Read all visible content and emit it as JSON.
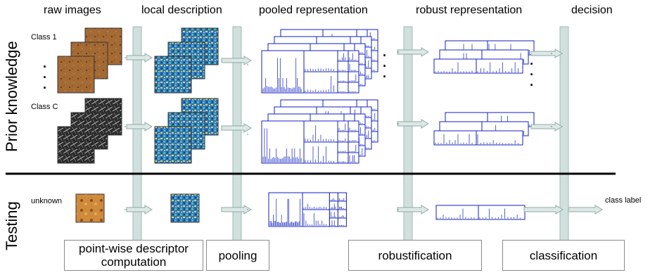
{
  "headers": {
    "raw": "raw images",
    "local": "local description",
    "pooled": "pooled representation",
    "robust": "robust representation",
    "decision": "decision"
  },
  "side": {
    "prior": "Prior knowledge",
    "testing": "Testing"
  },
  "labels": {
    "class1": "Class 1",
    "classC": "Class C",
    "unknown": "unknown",
    "class_label": "class label"
  },
  "stages": {
    "descriptor_line1": "point-wise descriptor",
    "descriptor_line2": "computation",
    "pooling": "pooling",
    "robustification": "robustification",
    "classification": "classification"
  },
  "colors": {
    "column": "#cfe0dd",
    "column_border": "#9fb8b4",
    "arrow_fill": "#dce9e6",
    "arrow_stroke": "#8fa9a5",
    "histogram": "#1020c0",
    "raw_brown": "#a0622a",
    "raw_gray": "#3a3a3a"
  },
  "icons": [
    "dots-vertical-icon",
    "arrow-right-icon",
    "texture-image",
    "histogram-plot"
  ]
}
